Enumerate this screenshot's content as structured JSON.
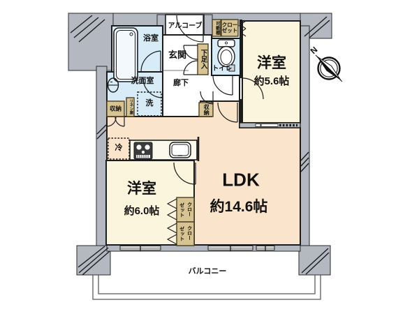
{
  "plan": {
    "title_hint": "apartment-floor-plan",
    "rooms": {
      "alcove": {
        "label": "アルコーブ"
      },
      "bathroom": {
        "label": "浴室"
      },
      "entrance": {
        "label": "玄関"
      },
      "toilet": {
        "label": "トイレ"
      },
      "washroom": {
        "label": "洗面室"
      },
      "corridor": {
        "label": "廊下"
      },
      "western_room_1": {
        "label": "洋室",
        "size": "約5.6帖"
      },
      "western_room_2": {
        "label": "洋室",
        "size": "約6.0帖"
      },
      "ldk": {
        "label": "LDK",
        "size": "約14.6帖"
      },
      "balcony": {
        "label": "バルコニー"
      }
    },
    "storage": {
      "movable_shelf": {
        "label": "可動棚"
      },
      "closet_upper": {
        "line1": "クロー",
        "line2": "ゼット"
      },
      "shoe_cabinet": {
        "label": "下足入"
      },
      "storage_left": {
        "label": "収納"
      },
      "linen_cabinet": {
        "label": "リネン庫"
      },
      "storage_right": {
        "label": "収納"
      },
      "closet_1": {
        "col_right": "クロー",
        "col_left": "ゼット"
      },
      "closet_2": {
        "col_right": "クロー",
        "col_left": "ゼット"
      }
    },
    "fixtures": {
      "laundry_space": {
        "label": "洗"
      },
      "refrigerator": {
        "label": "冷"
      }
    },
    "compass": {
      "north": "N"
    },
    "colors": {
      "wall_gray": "#b4b8c1",
      "room_cream": "#fcf5de",
      "ldk_peach": "#fae5cc",
      "wet_area_blue": "#d8ecf7",
      "cabinet_tan": "#d8c493",
      "line_black": "#1c1c1c"
    }
  }
}
